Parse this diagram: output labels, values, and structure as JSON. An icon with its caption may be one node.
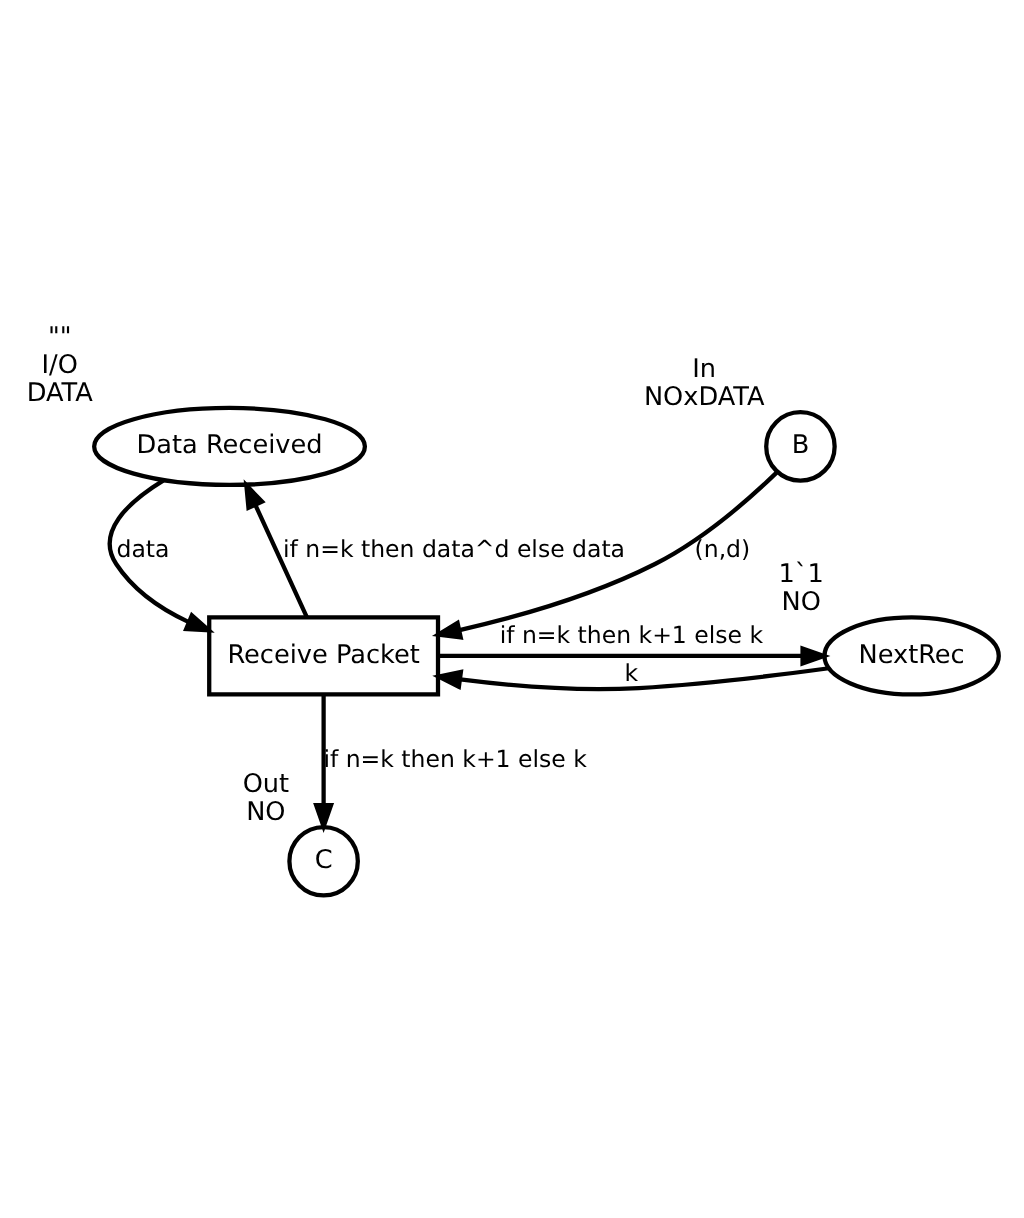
{
  "diagram": {
    "nodes": [
      {
        "text": [
          "Data Received"
        ],
        "beside": [
          "\"\"",
          "I/O",
          "DATA"
        ]
      },
      {
        "text": [
          "B"
        ],
        "beside": [
          "In",
          "NOxDATA"
        ]
      },
      {
        "text": [
          "NextRec"
        ],
        "beside": [
          "1`1",
          "NO"
        ]
      },
      {
        "text": [
          "Receive Packet"
        ]
      },
      {
        "text": [
          "C"
        ],
        "beside": [
          "Out",
          "NO"
        ]
      }
    ],
    "edges": [
      {
        "from": 1,
        "to": 3,
        "arrow": "to",
        "label": "(n,d)"
      },
      {
        "from": 0,
        "to": 3,
        "arrow": "to",
        "label": "data"
      },
      {
        "from": 3,
        "to": 0,
        "arrow": "to",
        "label": "if n=k then data^d else data"
      },
      {
        "from": 2,
        "to": 3,
        "arrow": "to",
        "label": "k"
      },
      {
        "from": 3,
        "to": 2,
        "arrow": "to",
        "label": "if n=k then k+1 else k"
      },
      {
        "from": 3,
        "to": 4,
        "arrow": "to",
        "label": "if n=k then k+1 else k"
      }
    ]
  }
}
